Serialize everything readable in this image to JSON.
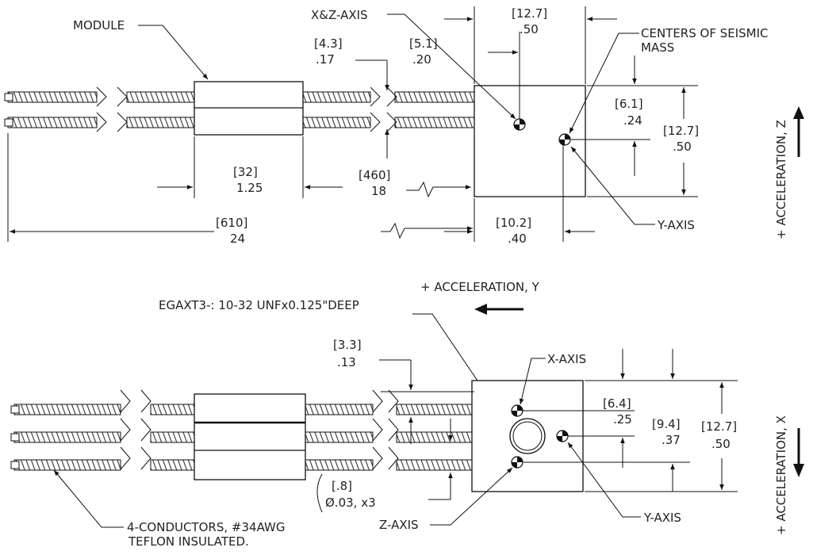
{
  "top_view": {
    "module_label": "MODULE",
    "xz_axis_label": "X&Z-AXIS",
    "centers_label_line1": "CENTERS OF SEISMIC",
    "centers_label_line2": "MASS",
    "y_axis_label": "Y-AXIS",
    "dim_width_mm": "[12.7]",
    "dim_width_in": ".50",
    "dim_a_mm": "[4.3]",
    "dim_a_in": ".17",
    "dim_b_mm": "[5.1]",
    "dim_b_in": ".20",
    "dim_c_mm": "[6.1]",
    "dim_c_in": ".24",
    "dim_h_mm": "[12.7]",
    "dim_h_in": ".50",
    "dim_mod_mm": "[32]",
    "dim_mod_in": "1.25",
    "dim_cable_mm": "[460]",
    "dim_cable_in": "18",
    "dim_total_mm": "[610]",
    "dim_total_in": "24",
    "dim_y_mm": "[10.2]",
    "dim_y_in": ".40",
    "accel_z_label": "+ ACCELERATION, Z"
  },
  "middle": {
    "accel_y_label": "+ ACCELERATION, Y",
    "thread_label": "EGAXT3-: 10-32 UNFx0.125\"DEEP"
  },
  "bottom_view": {
    "x_axis_label": "X-AXIS",
    "y_axis_label": "Y-AXIS",
    "z_axis_label": "Z-AXIS",
    "dim_d_mm": "[3.3]",
    "dim_d_in": ".13",
    "dim_e_mm": "[6.4]",
    "dim_e_in": ".25",
    "dim_f_mm": "[9.4]",
    "dim_f_in": ".37",
    "dim_g_mm": "[12.7]",
    "dim_g_in": ".50",
    "dim_wire_mm": "[.8]",
    "dim_wire_in": "Ø.03, x3",
    "conductors_line1": "4-CONDUCTORS, #34AWG",
    "conductors_line2": "TEFLON INSULATED.",
    "accel_x_label": "+ ACCELERATION, X"
  }
}
